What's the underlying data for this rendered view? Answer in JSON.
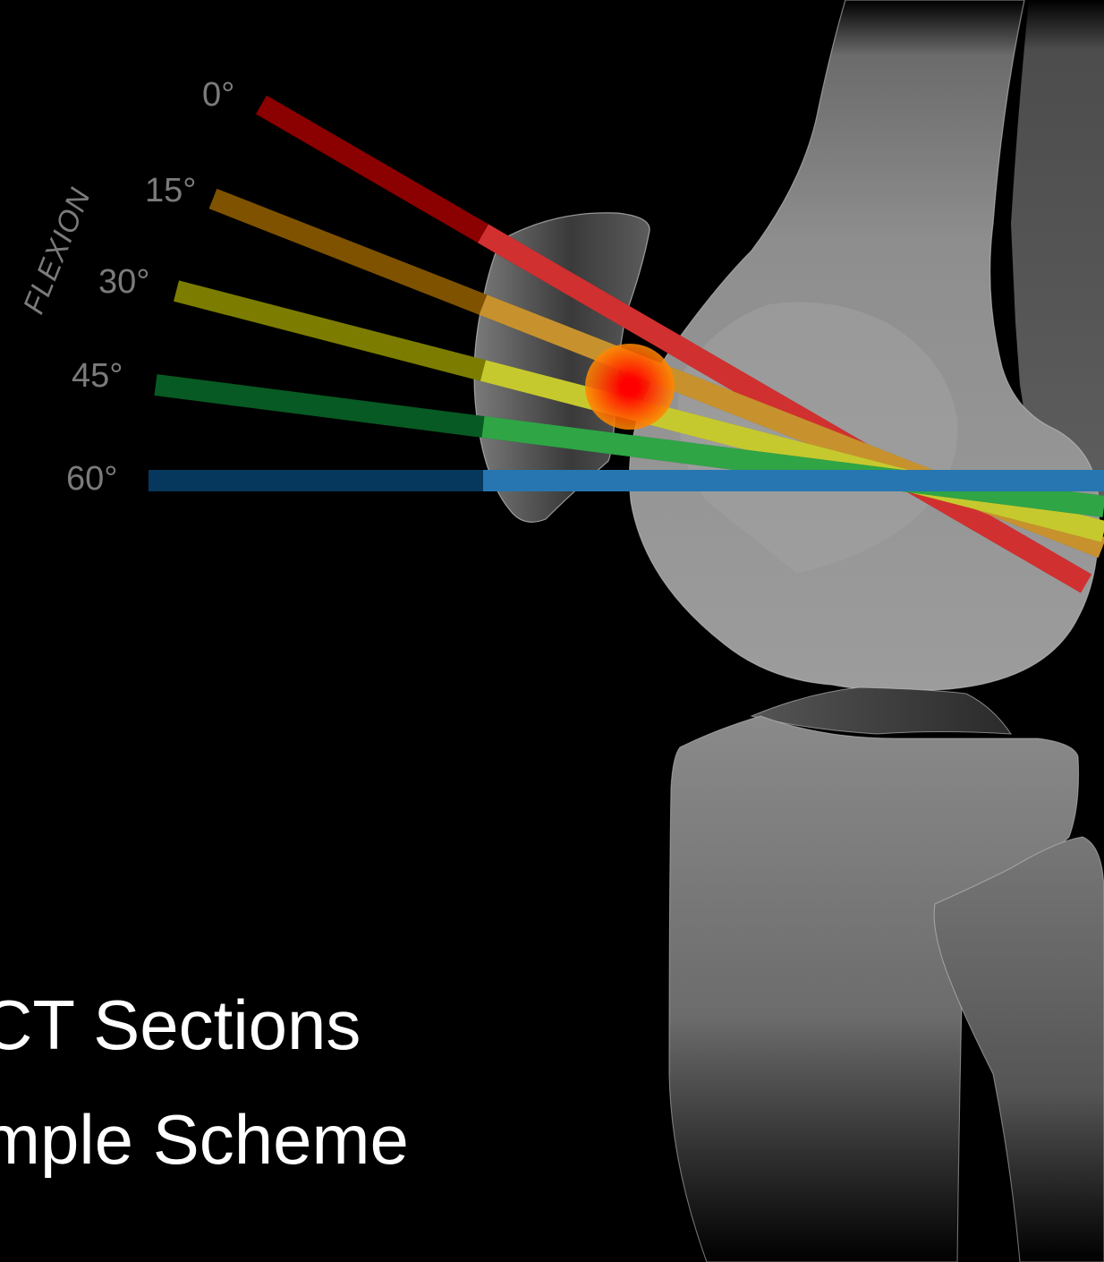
{
  "flexion_label": "FLEXION",
  "caption": {
    "line1": "CT Sections",
    "line2": "mple Scheme"
  },
  "sections": [
    {
      "angle_label": "0°",
      "color": "#8b0000",
      "overlay_color": "#e23c3c"
    },
    {
      "angle_label": "15°",
      "color": "#7f5200",
      "overlay_color": "#d9a23a"
    },
    {
      "angle_label": "30°",
      "color": "#7c7d00",
      "overlay_color": "#d8dc3a"
    },
    {
      "angle_label": "45°",
      "color": "#075a23",
      "overlay_color": "#39b84f"
    },
    {
      "angle_label": "60°",
      "color": "#05385c",
      "overlay_color": "#2f86c8"
    }
  ],
  "lesion": {
    "center_color": "#ff0000",
    "edge_color": "#ff8a00"
  }
}
